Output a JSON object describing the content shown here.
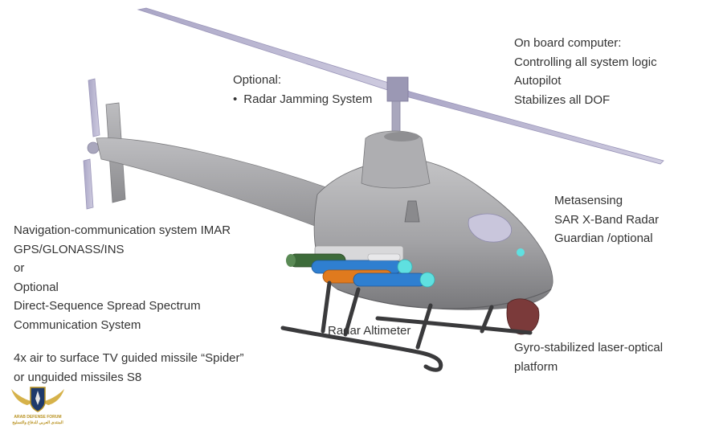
{
  "labels": {
    "onboard_computer": [
      "On board computer:",
      "Controlling all system logic",
      "Autopilot",
      "Stabilizes all DOF"
    ],
    "optional_jamming": {
      "heading": "Optional:",
      "bullet": "Radar Jamming System"
    },
    "metasensing": [
      "Metasensing",
      "SAR X-Band Radar",
      "Guardian /optional"
    ],
    "navigation": [
      "Navigation-communication system IMAR",
      "GPS/GLONASS/INS",
      "or",
      "Optional",
      "Direct-Sequence Spread Spectrum",
      "Communication System"
    ],
    "radar_altimeter": "Radar Altimeter",
    "gyro_platform": [
      "Gyro-stabilized laser-optical",
      "platform"
    ],
    "missiles": [
      "4x air to surface TV guided missile “Spider”",
      "or unguided missiles S8"
    ]
  },
  "logo": {
    "line1": "ARAB DEFENSE FORUM",
    "line2": "المنتدى العربي للدفاع والتسليح"
  },
  "colors": {
    "body": "#a7a7a9",
    "body_dark": "#7d7d80",
    "rotor": "#b9b6cf",
    "missile_blue": "#2f7fd0",
    "missile_cyan": "#5fe0e0",
    "missile_orange": "#e07a1e",
    "missile_green": "#3d6b3a",
    "skid": "#3a3a3c",
    "sensor_ball": "#7b3a3a",
    "logo_gold": "#b8911f"
  }
}
